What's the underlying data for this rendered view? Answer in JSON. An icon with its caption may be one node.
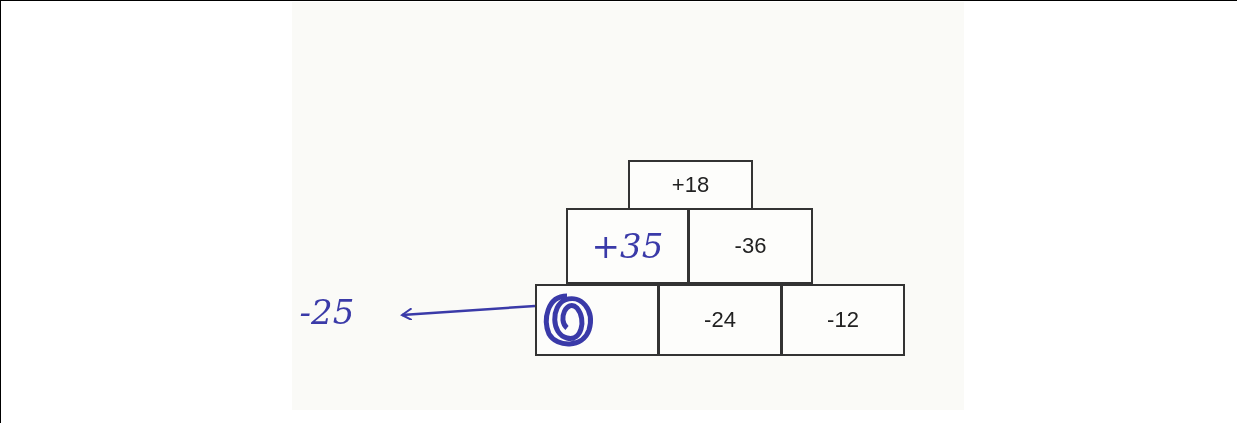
{
  "diagram": {
    "nodes": [
      {
        "text": [
          "+18"
        ]
      },
      {
        "text": [
          "+35"
        ]
      },
      {
        "text": [
          "-36"
        ]
      },
      {
        "text": [],
        "shape": "box"
      },
      {
        "text": [
          "-24"
        ]
      },
      {
        "text": [
          "-12"
        ]
      },
      {
        "text": [
          "-25"
        ]
      }
    ],
    "edges": [
      {
        "from": 3,
        "to": 6,
        "arrow": "to"
      }
    ]
  }
}
